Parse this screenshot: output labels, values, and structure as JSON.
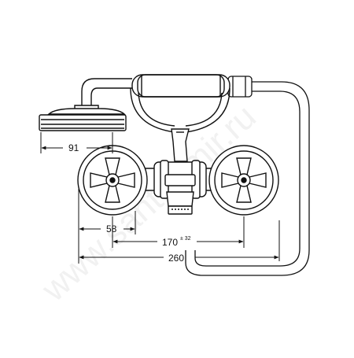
{
  "diagram": {
    "watermark": "www.santehmir.ru",
    "dimensions": {
      "head_width": "91",
      "handle_offset": "58",
      "center_distance": "170",
      "center_tolerance": "± 32",
      "overall_width": "260"
    }
  }
}
